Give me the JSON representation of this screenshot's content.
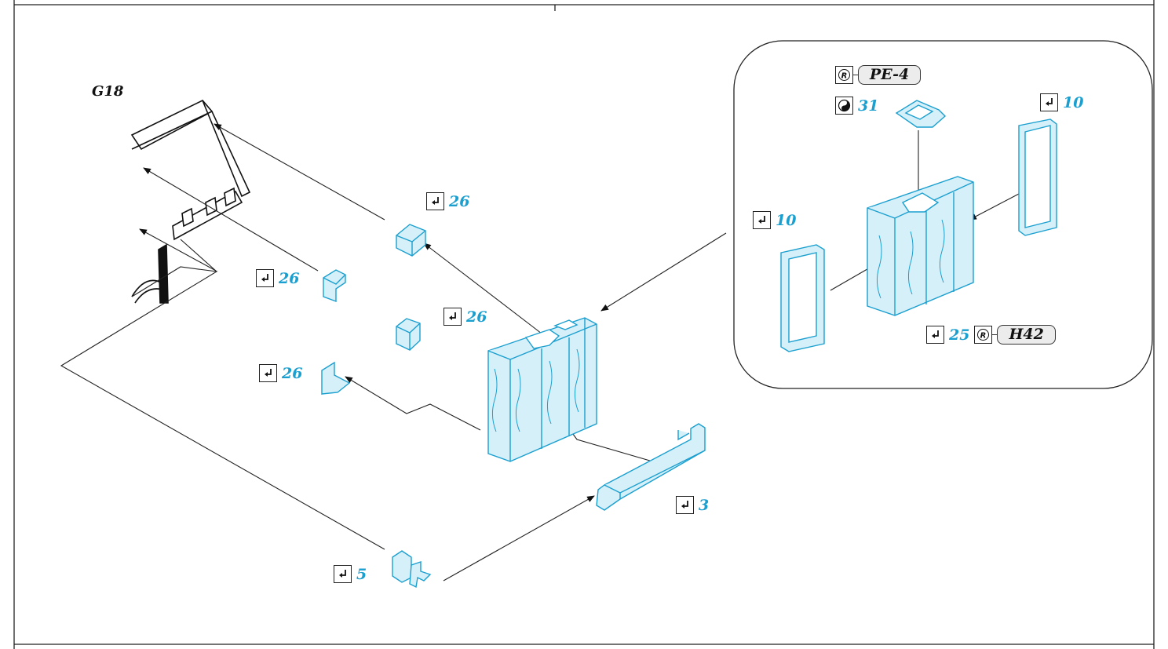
{
  "colors": {
    "accent": "#1a9fcf",
    "part_fill": "#d6f0fa",
    "line": "#222222"
  },
  "diagram": {
    "ref_label": "G18",
    "callouts": [
      {
        "id": "c26a",
        "icon": "glue-icon",
        "number": "26"
      },
      {
        "id": "c26b",
        "icon": "glue-icon",
        "number": "26"
      },
      {
        "id": "c26c",
        "icon": "glue-icon",
        "number": "26"
      },
      {
        "id": "c26d",
        "icon": "glue-icon",
        "number": "26"
      },
      {
        "id": "c3",
        "icon": "glue-icon",
        "number": "3"
      },
      {
        "id": "c5",
        "icon": "glue-icon",
        "number": "5"
      }
    ],
    "inset": {
      "pe_icon": "photo-etch-icon",
      "pe_ref": "PE-4",
      "paint_icon": "paint-icon",
      "paint_number": "31",
      "left_glue_number": "10",
      "right_glue_number": "10",
      "bottom_glue_number": "25",
      "bottom_ref_icon": "photo-etch-icon",
      "bottom_ref": "H42"
    }
  }
}
